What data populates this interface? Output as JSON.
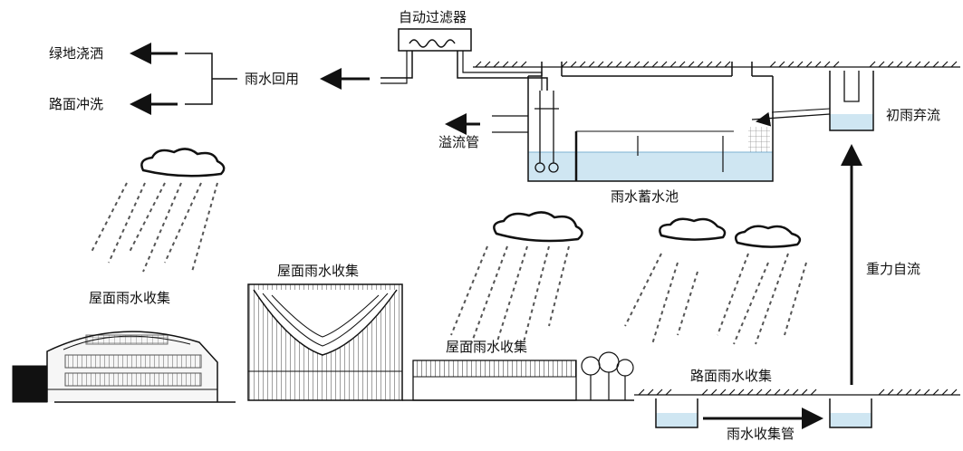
{
  "labels": {
    "auto_filter": "自动过滤器",
    "green_irrigation": "绿地浇洒",
    "road_washing": "路面冲洗",
    "rain_reuse": "雨水回用",
    "overflow_pipe": "溢流管",
    "initial_discard": "初雨弃流",
    "storage_tank": "雨水蓄水池",
    "gravity_flow": "重力自流",
    "roof_collect_left": "屋面雨水收集",
    "roof_collect_center": "屋面雨水收集",
    "roof_collect_right": "屋面雨水收集",
    "road_collect": "路面雨水收集",
    "collect_pipe": "雨水收集管"
  },
  "colors": {
    "line": "#111111",
    "water": "#cfe6f2",
    "water_edge": "#7db3d2",
    "rain": "#555555"
  }
}
